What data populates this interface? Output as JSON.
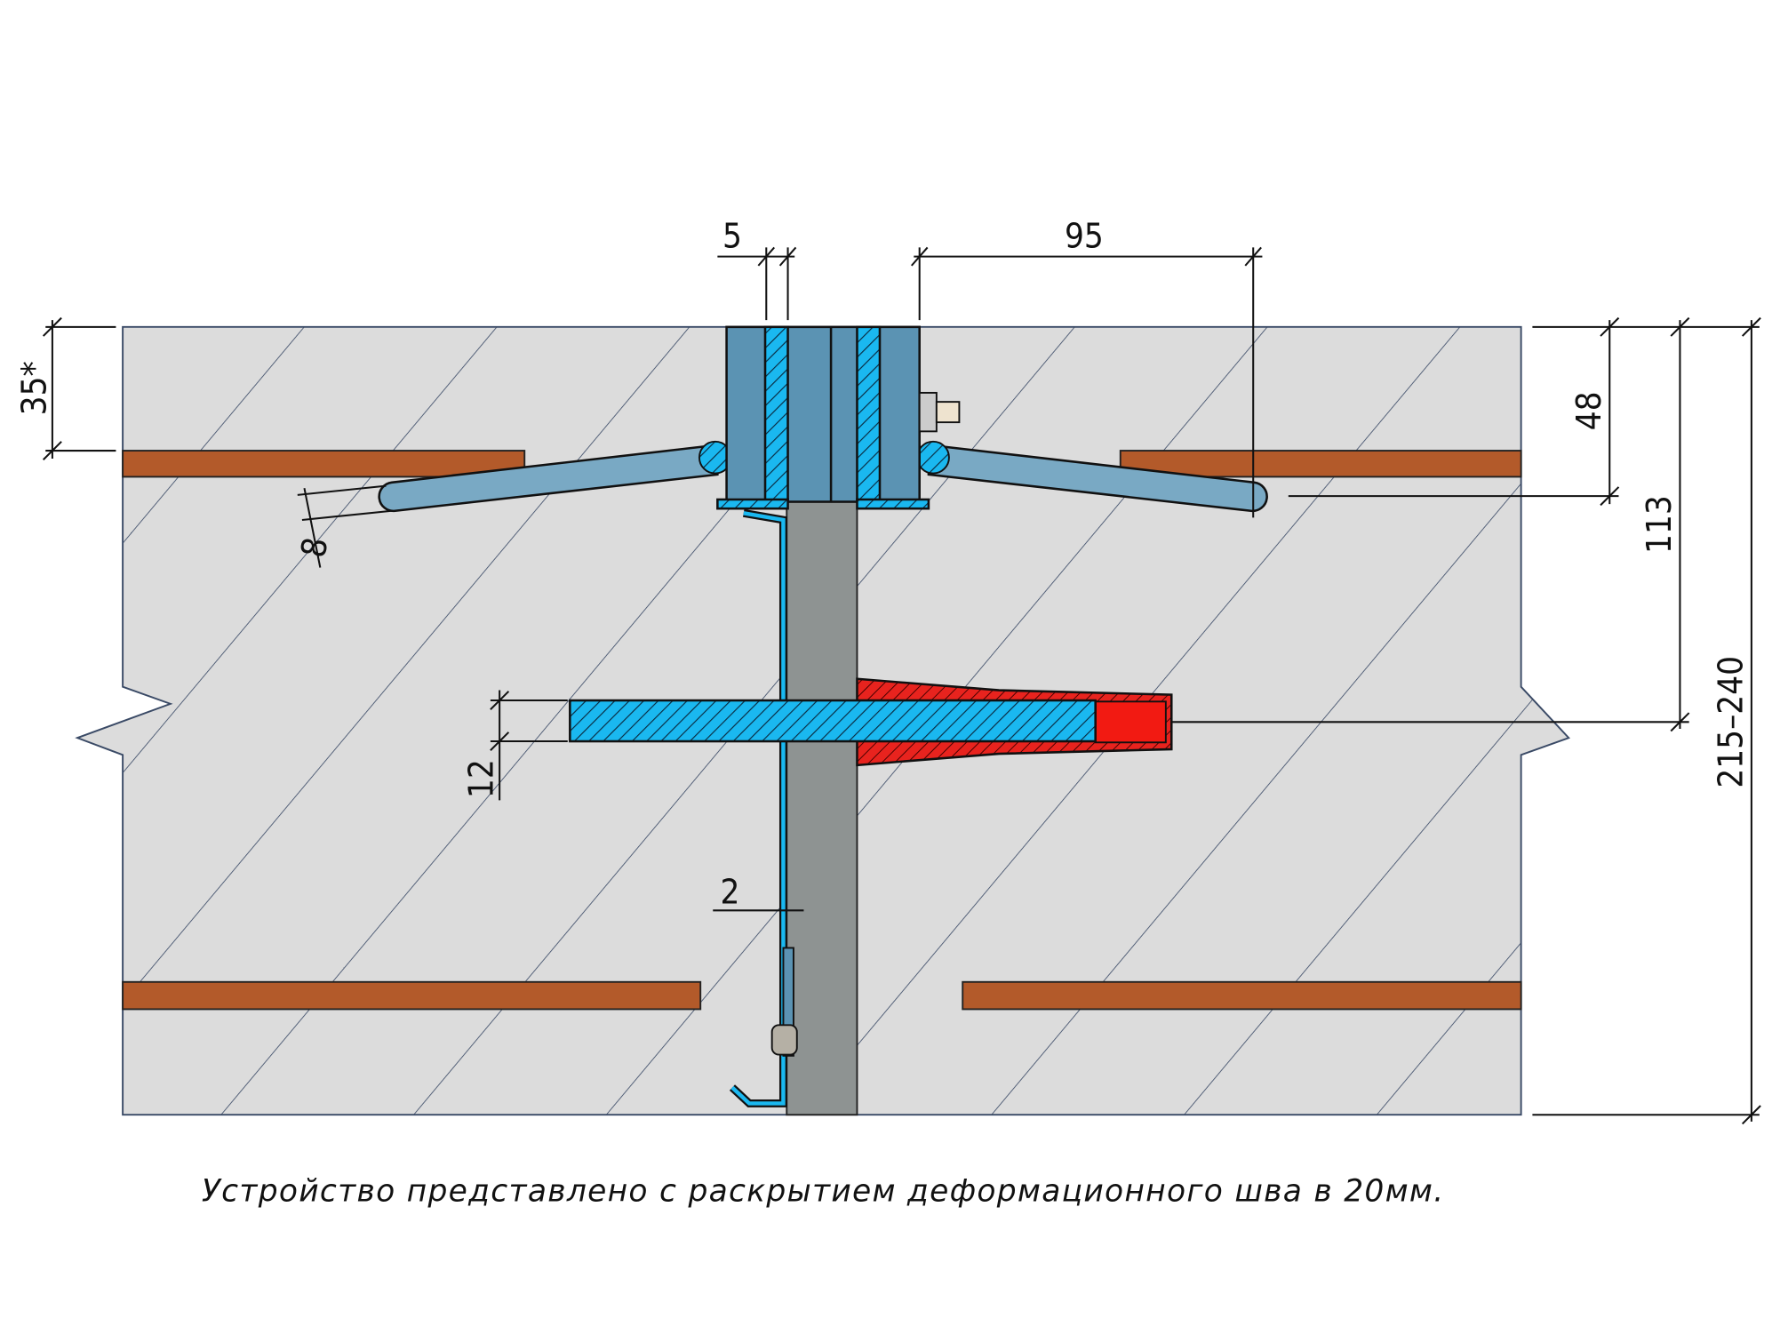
{
  "dimensions": {
    "top_gap": "5",
    "anchor_length": "95",
    "cover_top": "35*",
    "anchor_depth": "48",
    "bar_depth": "113",
    "slab_thickness": "215–240",
    "anchor_diameter": "8",
    "bar_thickness": "12",
    "profile_thickness": "2"
  },
  "caption": "Устройство представлено с раскрытием деформационного шва в 20мм.",
  "colors": {
    "concrete": "#dcdcdc",
    "rebar": "#b35a2a",
    "steel_blue": "#5b93b3",
    "bright_blue": "#1ab8f0",
    "sleeve_red": "#e8231e",
    "gap_gray": "#8e9392"
  }
}
